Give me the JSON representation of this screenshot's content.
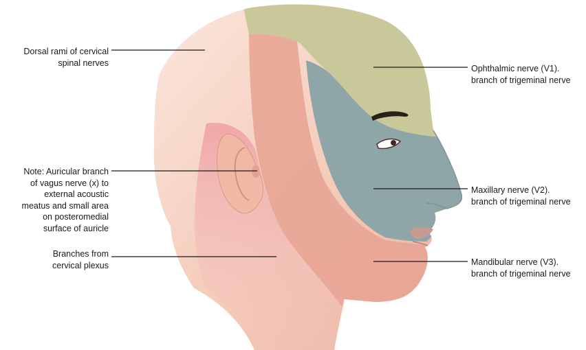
{
  "labels": {
    "dorsal_rami": {
      "lines": [
        "Dorsal rami of cervical",
        "spinal nerves"
      ]
    },
    "auricular_note": {
      "lines": [
        "Note: Auricular branch",
        "of vagus nerve (x) to",
        "external acoustic",
        "meatus and small area",
        "on posteromedial",
        "surface of auricle"
      ]
    },
    "cervical_plexus": {
      "lines": [
        "Branches from",
        "cervical plexus"
      ]
    },
    "ophthalmic": {
      "lines": [
        "Ophthalmic nerve (V1).",
        "branch of trigeminal nerve"
      ]
    },
    "maxillary": {
      "lines": [
        "Maxillary nerve (V2).",
        "branch of trigeminal nerve"
      ]
    },
    "mandibular": {
      "lines": [
        "Mandibular nerve (V3).",
        "branch of trigeminal nerve"
      ]
    }
  },
  "colors": {
    "skin": "#f3c9b6",
    "skin_light": "#f8ddd0",
    "v1_zone": "#c8c79a",
    "v2_zone": "#8fa5a8",
    "v3_zone": "#e6a597",
    "cervical_zone": "#eda3a4",
    "leader_line": "#1a1a1a"
  }
}
